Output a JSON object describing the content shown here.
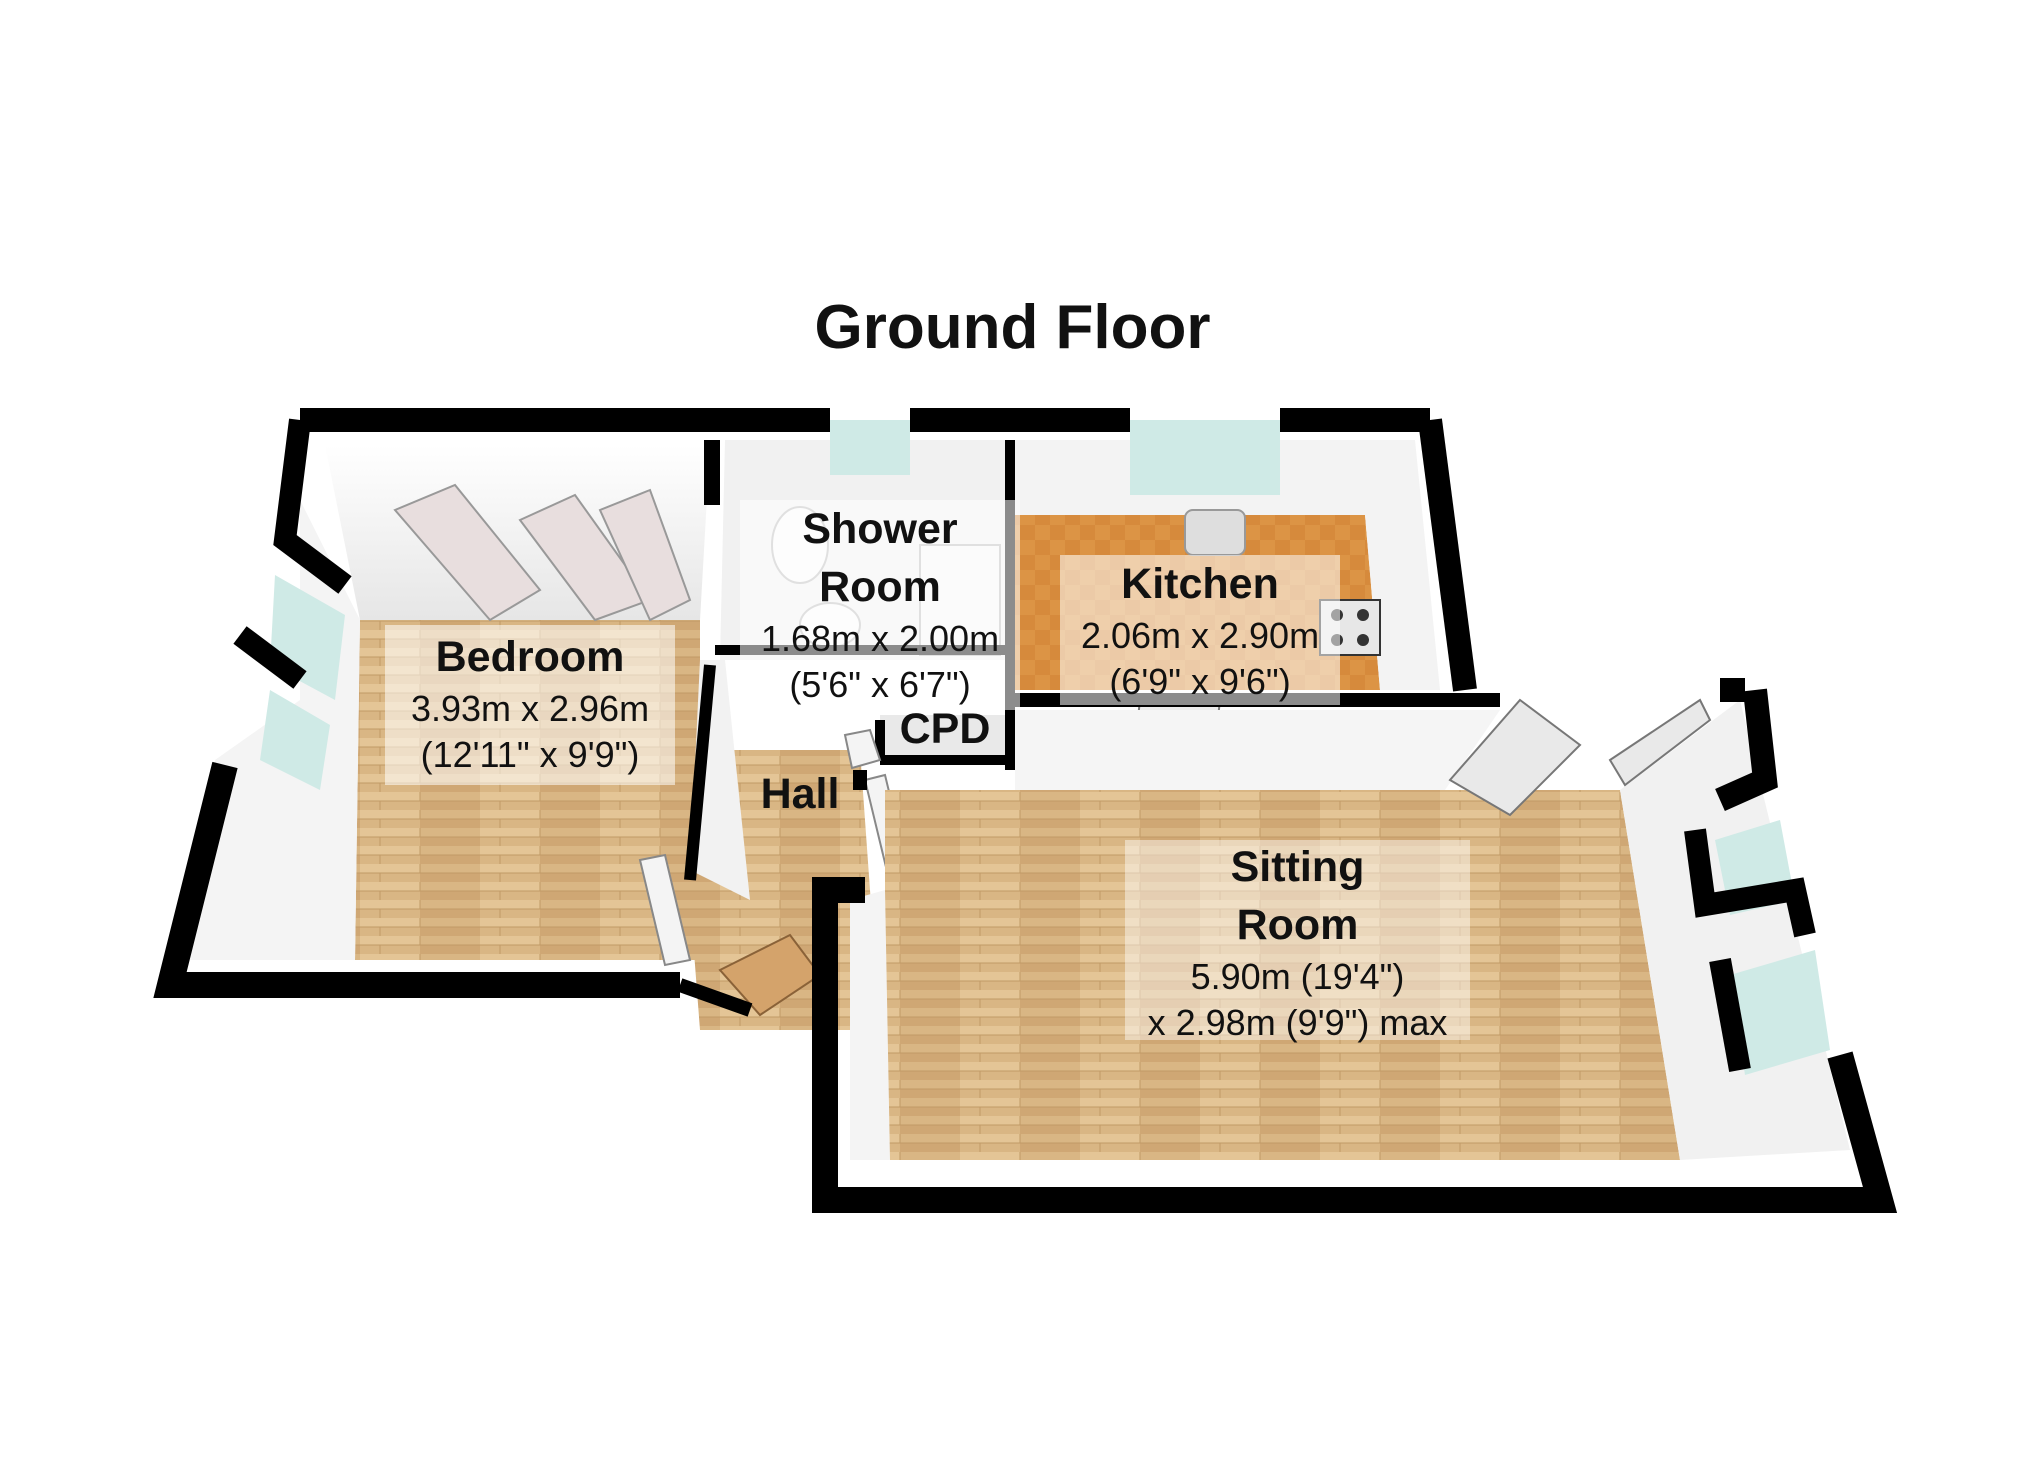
{
  "title": "Ground Floor",
  "rooms": {
    "bedroom": {
      "name": "Bedroom",
      "dims_metric": "3.93m x 2.96m",
      "dims_imperial": "(12'11\" x 9'9\")"
    },
    "shower": {
      "name_line1": "Shower",
      "name_line2": "Room",
      "dims_metric": "1.68m x 2.00m",
      "dims_imperial": "(5'6\" x 6'7\")"
    },
    "kitchen": {
      "name": "Kitchen",
      "dims_metric": "2.06m x 2.90m",
      "dims_imperial": "(6'9\" x 9'6\")"
    },
    "cupboard": {
      "name": "CPD"
    },
    "hall": {
      "name": "Hall"
    },
    "sitting": {
      "name_line1": "Sitting",
      "name_line2": "Room",
      "dims_line1": "5.90m (19'4\")",
      "dims_line2": "x 2.98m (9'9\") max"
    }
  },
  "colors": {
    "wall": "#000000",
    "wall_face": "#f2f2f2",
    "floor_wood": "#dcb98a",
    "floor_tile": "#d9893a",
    "window_glass": "#cfeae6",
    "label_bg": "rgba(255,255,255,0.55)"
  }
}
